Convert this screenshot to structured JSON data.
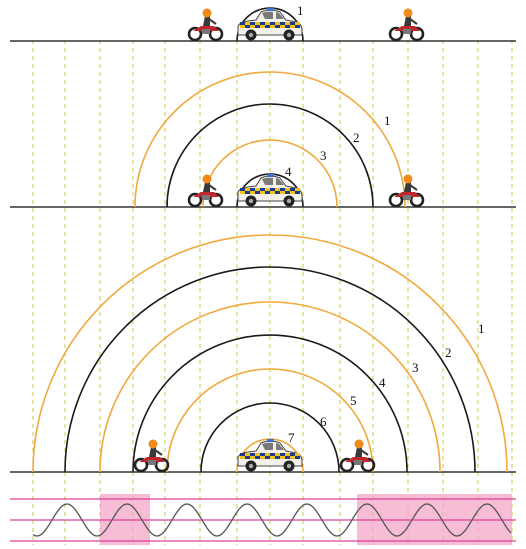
{
  "colors": {
    "orange": "#f0a93c",
    "black": "#1a1a1a",
    "guide": "#c8c848",
    "pink_fill": "#f4a6c8",
    "pink_line": "#e0409a",
    "ground": "#333333"
  },
  "panel1": {
    "arc_labels": [
      "1"
    ]
  },
  "panel2": {
    "arc_labels": [
      "1",
      "2",
      "3",
      "4"
    ]
  },
  "panel3": {
    "arc_labels": [
      "1",
      "2",
      "3",
      "4",
      "5",
      "6",
      "7"
    ]
  },
  "icons": {
    "vehicle": "police-car-icon",
    "bike": "motorcycle-icon"
  }
}
